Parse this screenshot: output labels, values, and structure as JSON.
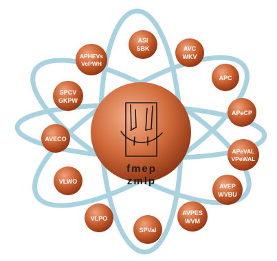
{
  "hub": {
    "line1": "fmep",
    "line2": "zmlp",
    "logo": "face-sketch-logo"
  },
  "colors": {
    "orbit": "#a9d2e0",
    "node_light": "#f0a27a",
    "node_mid": "#c75a2a",
    "node_dark": "#8a2f10",
    "text": "#ffffff",
    "hub_text": "#1a1a1a"
  },
  "nodes": [
    {
      "id": "asi-sbk",
      "lines": [
        "ASI",
        "SBK"
      ]
    },
    {
      "id": "avc-wkv",
      "lines": [
        "AVC",
        "WKV"
      ]
    },
    {
      "id": "aphevs-vepwh",
      "lines": [
        "APHEVs",
        "VePWH"
      ]
    },
    {
      "id": "apc",
      "lines": [
        "APC"
      ]
    },
    {
      "id": "spcv-gkpw",
      "lines": [
        "SPCV",
        "GKPW"
      ]
    },
    {
      "id": "apecp",
      "lines": [
        "APeCP"
      ]
    },
    {
      "id": "aveco",
      "lines": [
        "AVECO"
      ]
    },
    {
      "id": "apeval-vpewal",
      "lines": [
        "APeVAL",
        "VPeWAL"
      ]
    },
    {
      "id": "vlwo",
      "lines": [
        "VLWO"
      ]
    },
    {
      "id": "avep-wvbu",
      "lines": [
        "AVEP",
        "WVBU"
      ]
    },
    {
      "id": "avpes-wvm",
      "lines": [
        "AVPES",
        "WVM"
      ]
    },
    {
      "id": "vlpo",
      "lines": [
        "VLPO"
      ]
    },
    {
      "id": "spval",
      "lines": [
        "SPVal"
      ]
    }
  ]
}
